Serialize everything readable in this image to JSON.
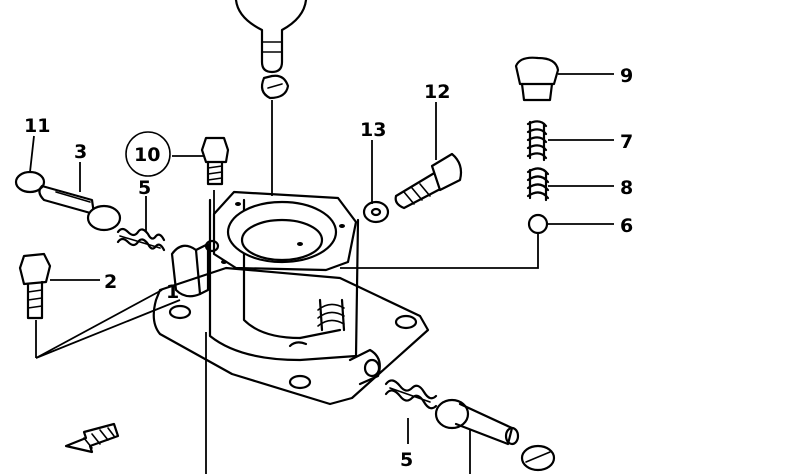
{
  "callouts": {
    "c1": "1",
    "c2": "2",
    "c3": "3",
    "c5a": "5",
    "c5b": "5",
    "c6": "6",
    "c7": "7",
    "c8": "8",
    "c9": "9",
    "c10": "10",
    "c11": "11",
    "c12": "12",
    "c13": "13"
  },
  "icons": {
    "front_arrow": "front-direction-arrow"
  }
}
